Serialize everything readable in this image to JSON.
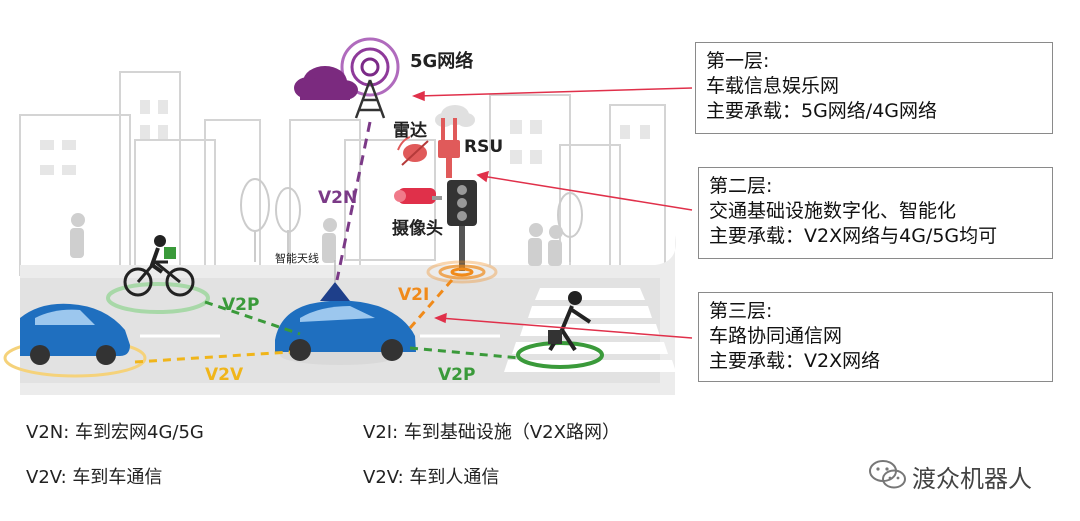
{
  "diagram": {
    "labels": {
      "fiveg": "5G网络",
      "radar": "雷达",
      "rsu": "RSU",
      "camera": "摄像头",
      "antenna": "智能天线",
      "v2n": "V2N",
      "v2i": "V2I",
      "v2p_left": "V2P",
      "v2p_right": "V2P",
      "v2v": "V2V"
    },
    "layers": [
      {
        "title": "第一层:",
        "desc": "车载信息娱乐网",
        "carrier": "主要承载：5G网络/4G网络"
      },
      {
        "title": "第二层:",
        "desc": "交通基础设施数字化、智能化",
        "carrier": "主要承载：V2X网络与4G/5G均可"
      },
      {
        "title": "第三层:",
        "desc": "车路协同通信网",
        "carrier": "主要承载：V2X网络"
      }
    ],
    "legend": {
      "v2n": "V2N: 车到宏网4G/5G",
      "v2i": "V2I: 车到基础设施（V2X路网）",
      "v2v": "V2V: 车到车通信",
      "v2p": "V2V: 车到人通信"
    },
    "watermark": "渡众机器人",
    "colors": {
      "car": "#1f6fbf",
      "v2n_line": "#7b3a87",
      "v2i_line": "#f08a1a",
      "v2p_line": "#3a9a3a",
      "v2v_line": "#f0b51a",
      "arrow": "#e0304a",
      "device": "#e05a5a",
      "building": "#cfcfcf"
    }
  }
}
